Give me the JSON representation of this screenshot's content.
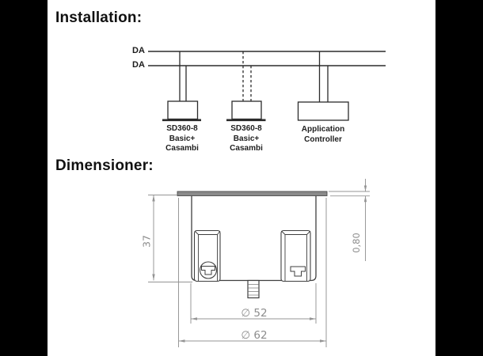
{
  "installation": {
    "heading": "Installation:",
    "bus_labels": [
      "DA",
      "DA"
    ],
    "devices": [
      {
        "name_lines": [
          "SD360-8",
          "Basic+",
          "Casambi"
        ],
        "connection": "solid"
      },
      {
        "name_lines": [
          "SD360-8",
          "Basic+",
          "Casambi"
        ],
        "connection": "dashed"
      },
      {
        "name_lines": [
          "Application",
          "Controller"
        ],
        "connection": "solid"
      }
    ]
  },
  "dimensioner": {
    "heading": "Dimensioner:",
    "height_label": "37",
    "flange_thickness_label": "0,80",
    "inner_diameter_label": "∅ 52",
    "outer_diameter_label": "∅ 62"
  },
  "colors": {
    "letterbox": "#000000",
    "installation_line": "#2b2b2b",
    "drawing_line": "#3f3f3f",
    "dimension_gray": "#949494",
    "flange_fill": "#8a8a8a",
    "text_black": "#111111",
    "dim_text_gray": "#8d8d8d"
  }
}
